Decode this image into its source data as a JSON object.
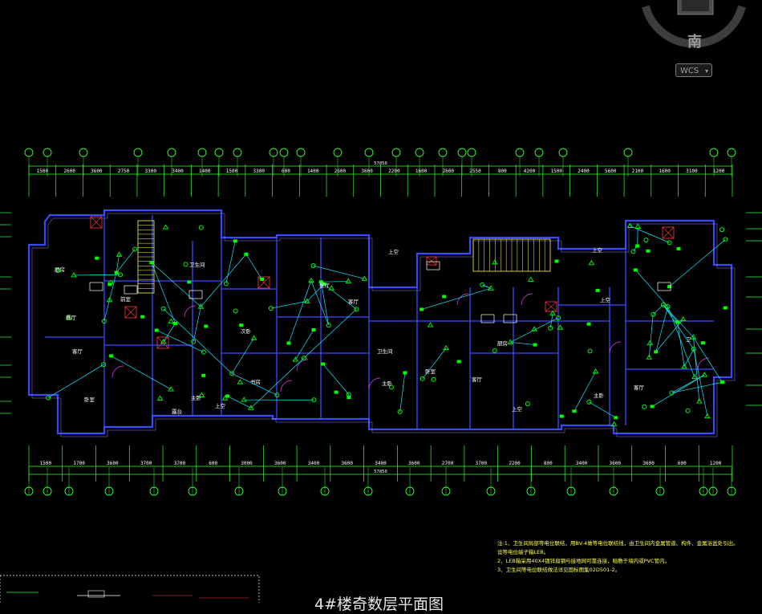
{
  "viewcube": {
    "direction_label": "南"
  },
  "ucs": {
    "label": "WCS",
    "caret": "▾"
  },
  "drawing": {
    "title": "4#楼奇数层平面图",
    "top_dimensions": [
      "1500",
      "2600",
      "3600",
      "2750",
      "3300",
      "3400",
      "1400",
      "1500",
      "3300",
      "600",
      "1400",
      "2600",
      "3600",
      "2200",
      "1600",
      "2600",
      "2550",
      "800",
      "4200",
      "1500",
      "2400",
      "5600",
      "2100",
      "1600",
      "3100",
      "1200"
    ],
    "top_total": "57850",
    "bottom_dimensions": [
      "1500",
      "1700",
      "3600",
      "3700",
      "3700",
      "600",
      "3000",
      "3600",
      "3400",
      "3600",
      "3400",
      "3600",
      "2700",
      "3700",
      "2200",
      "800",
      "3400",
      "3600",
      "3600",
      "600",
      "1200"
    ],
    "bottom_total": "57850",
    "rooms": [
      {
        "text": "厨房"
      },
      {
        "text": "餐厅"
      },
      {
        "text": "客厅"
      },
      {
        "text": "卫生间"
      },
      {
        "text": "卧室"
      },
      {
        "text": "主卧"
      },
      {
        "text": "次卧"
      },
      {
        "text": "前室"
      },
      {
        "text": "露台"
      },
      {
        "text": "书房"
      },
      {
        "text": "餐厅"
      },
      {
        "text": "客厅"
      },
      {
        "text": "卫生间"
      },
      {
        "text": "主卧"
      },
      {
        "text": "卧室"
      },
      {
        "text": "客厅"
      },
      {
        "text": "厨房"
      },
      {
        "text": "主卧"
      },
      {
        "text": "客厅"
      },
      {
        "text": "卫"
      },
      {
        "text": "上空"
      },
      {
        "text": "上空"
      },
      {
        "text": "上空"
      },
      {
        "text": "上空"
      },
      {
        "text": "上空"
      }
    ],
    "notes": [
      "注:1、卫生间局部等电位联结，用BV-4做等电位联结线，由卫生间内金属管道、构件、金属浴盆处引出。",
      "    设等电位端子箱LEB。",
      "2、LEB箱采用40X4镀锌扁钢与接地网可靠连接，暗敷于墙内或PVC管内。",
      "3、卫生间等电位联结做法详见国标图集02D501-2。"
    ]
  },
  "colors": {
    "background": "#000000",
    "wall": "#3a4bff",
    "wire": "#14e8ff",
    "fixture": "#00ff00",
    "axis": "#33ff33",
    "dim_text": "#ffffff",
    "notes": "#ffff4d",
    "shaft": "#ff3b3b",
    "door": "#e040e0"
  }
}
